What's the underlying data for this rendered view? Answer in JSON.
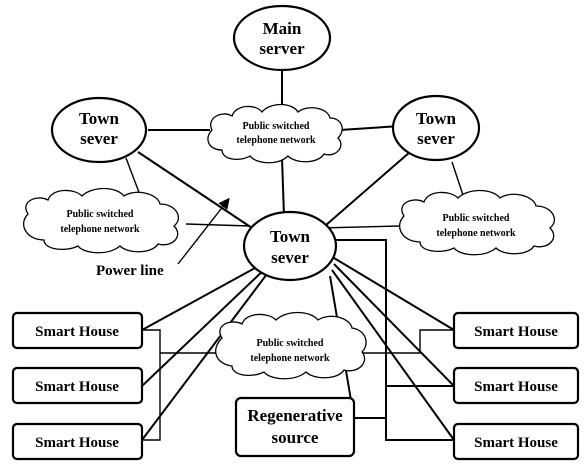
{
  "nodes": {
    "main_server": [
      "Main",
      "server"
    ],
    "town_left": [
      "Town",
      "sever"
    ],
    "town_right": [
      "Town",
      "sever"
    ],
    "town_center": [
      "Town",
      "sever"
    ],
    "regenerative": [
      "Regenerative",
      "source"
    ],
    "houses": [
      "Smart House",
      "Smart House",
      "Smart House",
      "Smart House",
      "Smart House",
      "Smart House"
    ]
  },
  "clouds": {
    "top": [
      "Public switched",
      "telephone network"
    ],
    "left": [
      "Public switched",
      "telephone network"
    ],
    "right": [
      "Public switched",
      "telephone network"
    ],
    "bottom": [
      "Public switched",
      "telephone network"
    ]
  },
  "labels": {
    "power_line": "Power line"
  }
}
